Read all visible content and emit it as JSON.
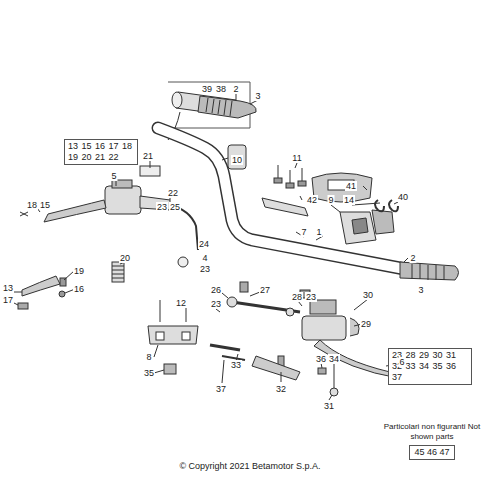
{
  "diagram": {
    "nodes": [
      {
        "text": [
          "13 15 16 17 18 19 20 21 22"
        ]
      },
      {
        "text": [
          "23 28 29 30 31 32 33 34 35 36 37"
        ]
      },
      {
        "text": [
          "Particolari non figuranti Not shown parts",
          "45 46 47"
        ]
      }
    ],
    "labels": [
      "39",
      "38",
      "2",
      "3",
      "21",
      "41",
      "10",
      "42",
      "9",
      "14",
      "40",
      "11",
      "5",
      "7",
      "1",
      "22",
      "23",
      "25",
      "18",
      "15",
      "24",
      "4",
      "23",
      "2",
      "3",
      "20",
      "13",
      "17",
      "19",
      "16",
      "26",
      "27",
      "28",
      "23",
      "30",
      "12",
      "23",
      "29",
      "8",
      "35",
      "33",
      "37",
      "32",
      "36",
      "34",
      "6",
      "31",
      "© Copyright 2021 Betamotor S.p.A."
    ]
  }
}
